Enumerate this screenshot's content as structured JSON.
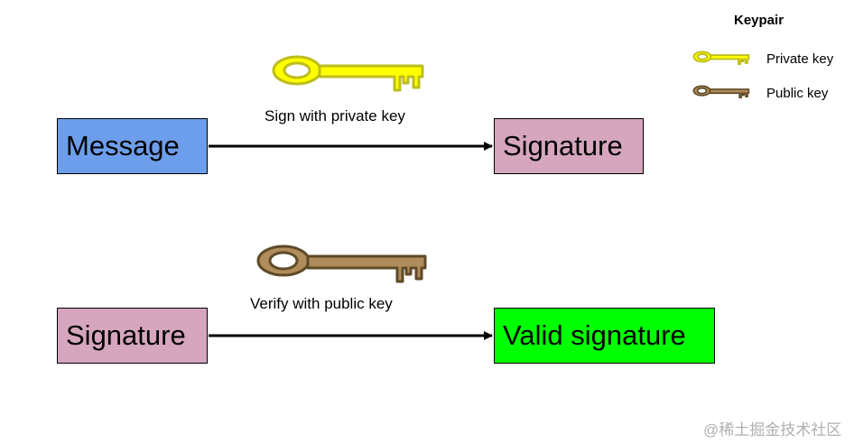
{
  "sign_flow": {
    "input_box": "Message",
    "output_box": "Signature",
    "label": "Sign with private key",
    "key": "private"
  },
  "verify_flow": {
    "input_box": "Signature",
    "output_box": "Valid signature",
    "label": "Verify with public key",
    "key": "public"
  },
  "legend": {
    "title": "Keypair",
    "items": [
      {
        "label": "Private key",
        "icon": "private-key-icon"
      },
      {
        "label": "Public key",
        "icon": "public-key-icon"
      }
    ]
  },
  "colors": {
    "message_box": "#6d9eeb",
    "signature_box": "#d5a6bd",
    "valid_box": "#00ff00",
    "private_key_fill": "#ffff00",
    "private_key_stroke": "#bdbd1e",
    "public_key_fill": "#b08c5a",
    "public_key_stroke": "#5e4a28"
  },
  "watermark": "@稀土掘金技术社区"
}
